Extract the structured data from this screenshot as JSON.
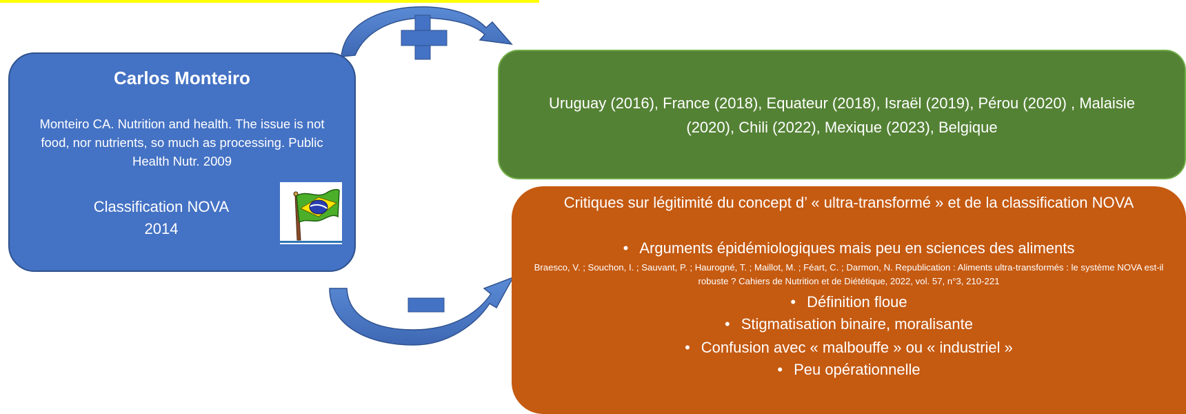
{
  "monteiro": {
    "title": "Carlos Monteiro",
    "reference": "Monteiro CA. Nutrition and health. The issue is not food, nor nutrients, so much as processing. Public Health Nutr. 2009",
    "classification": "Classification NOVA 2014"
  },
  "plus_symbol": "+",
  "minus_symbol": "−",
  "countries": {
    "text": "Uruguay (2016), France (2018), Equateur (2018), Israël (2019), Pérou (2020) , Malaisie (2020), Chili (2022), Mexique (2023), Belgique"
  },
  "critiques": {
    "heading": "Critiques sur légitimité du concept d’ « ultra-transformé » et de la classification NOVA",
    "first_bullet": "Arguments épidémiologiques mais peu en sciences des aliments",
    "reference": "Braesco, V. ; Souchon, I. ; Sauvant, P. ; Haurogné, T. ; Maillot, M. ; Féart, C. ; Darmon, N. Republication : Aliments ultra-transformés : le système NOVA est-il robuste ? Cahiers de Nutrition et de Diététique, 2022, vol. 57, n°3, 210-221",
    "bullets": [
      "Définition floue",
      "Stigmatisation binaire, moralisante",
      "Confusion avec « malbouffe » ou « industriel »",
      "Peu opérationnelle"
    ]
  },
  "colors": {
    "blue_box": "#4472c4",
    "green_box": "#548235",
    "orange_box": "#c55a11",
    "highlight": "#ffff00",
    "arrow": "#4472c4"
  }
}
